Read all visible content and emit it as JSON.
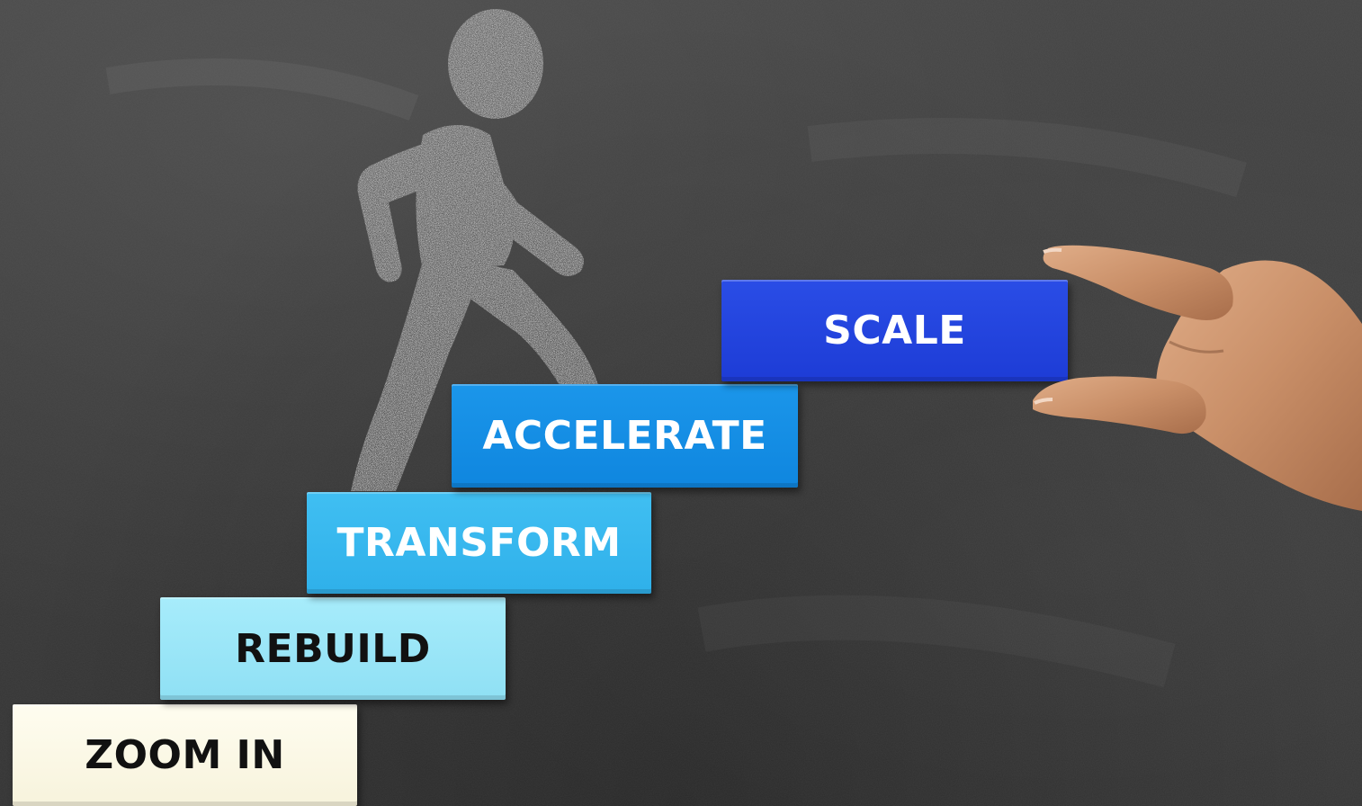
{
  "steps": [
    {
      "label": "ZOOM IN"
    },
    {
      "label": "REBUILD"
    },
    {
      "label": "TRANSFORM"
    },
    {
      "label": "ACCELERATE"
    },
    {
      "label": "SCALE"
    }
  ],
  "colors": {
    "chalkboard": "#3b3b3b",
    "chalk": "#c9c9c9",
    "zoom_in": "#fffdf0",
    "rebuild": "#a7ecfb",
    "transform": "#40bff2",
    "accelerate": "#1b96ea",
    "scale": "#2a4de6",
    "skin": "#c9936f"
  }
}
